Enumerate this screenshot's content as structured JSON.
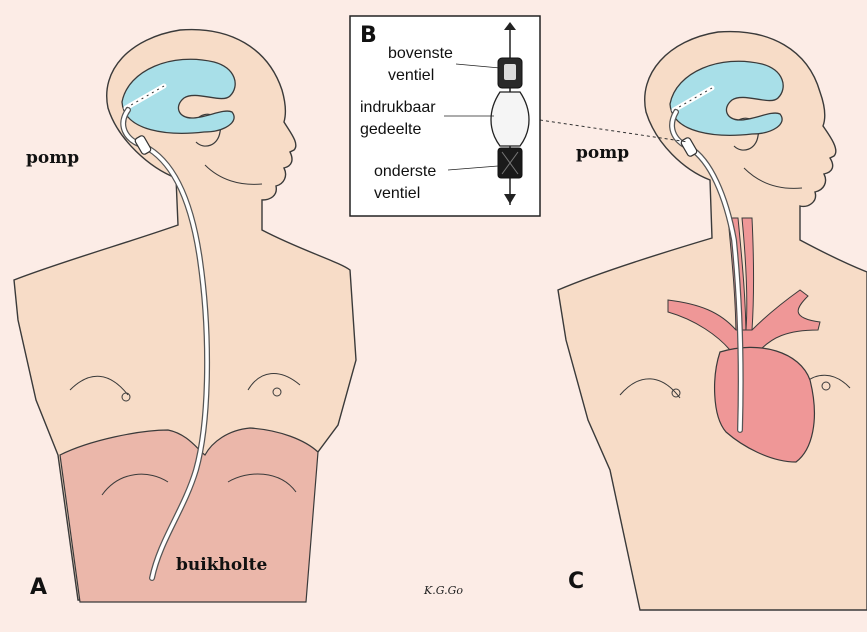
{
  "panels": {
    "a": {
      "letter": "A",
      "pump_label": "pomp",
      "abdomen_label": "buikholte"
    },
    "b": {
      "letter": "B",
      "labels": [
        "bovenste",
        "ventiel",
        "indrukbaar",
        "gedeelte",
        "onderste",
        "ventiel"
      ]
    },
    "c": {
      "letter": "C",
      "pump_label": "pomp"
    }
  },
  "signature": "K.G.Go",
  "colors": {
    "background": "#fcece6",
    "skin": "#f7dcc7",
    "ventricle": "#a8dfe8",
    "abdomen": "#ebb7aa",
    "heart": "#ef9797",
    "outline": "#3a3a3a"
  }
}
